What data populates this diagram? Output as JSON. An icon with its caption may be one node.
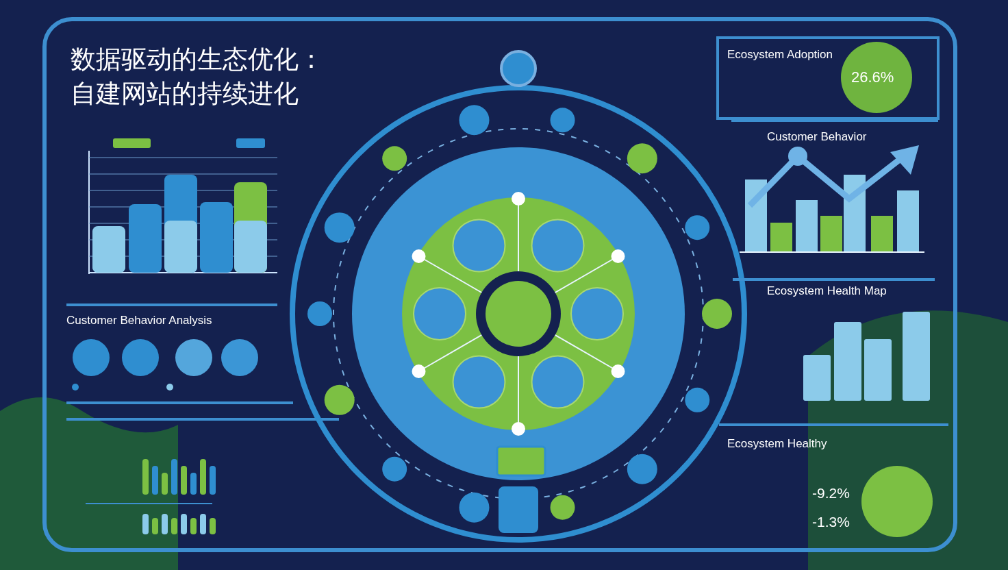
{
  "diagram": {
    "title": "数据驱动的生态优化：自建网站的持续进化",
    "labels": [
      "Customer Behavior Analysis",
      "Ecosystem Adoption",
      "26.6%",
      "Customer Behavior",
      "Ecosystem Health Map",
      "Ecosystem Healthy",
      "-9.2%",
      "-1.3%"
    ]
  }
}
